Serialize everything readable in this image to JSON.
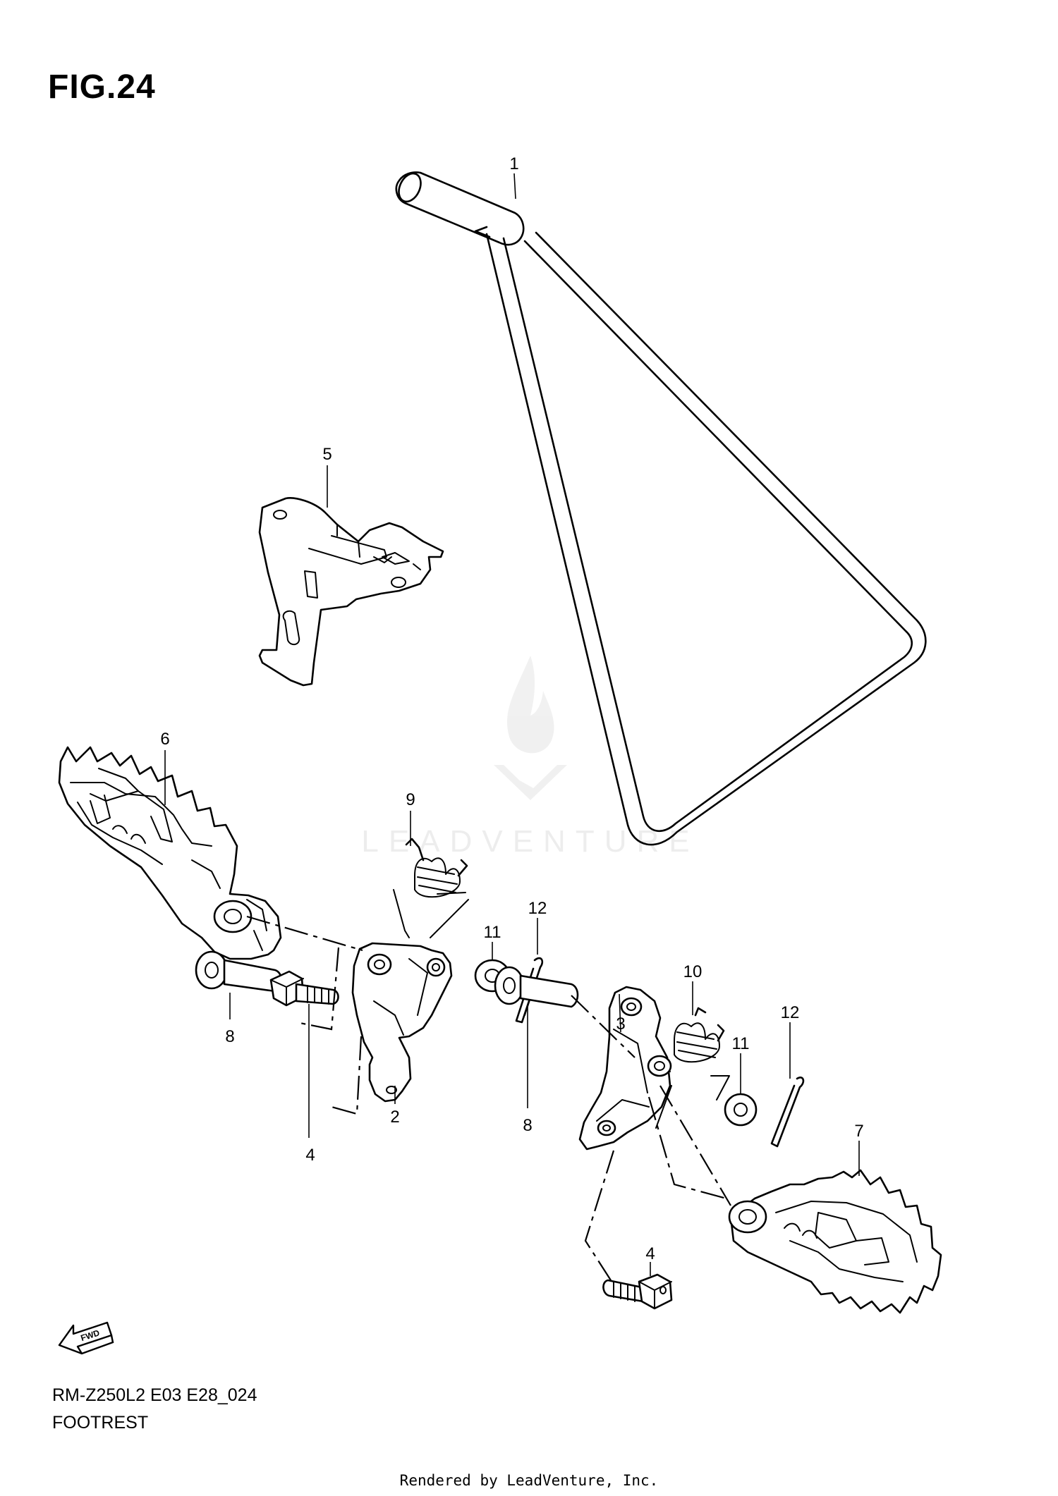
{
  "figure": {
    "title": "FIG.24"
  },
  "diagram_code": {
    "line1": "RM-Z250L2 E03 E28_024",
    "line2": "FOOTREST"
  },
  "footer": {
    "rendered_by": "Rendered by LeadVenture, Inc."
  },
  "watermark": {
    "text": "LEADVENTURE"
  },
  "fwd_label": "FWD",
  "callouts": [
    {
      "id": "c1",
      "label": "1"
    },
    {
      "id": "c2",
      "label": "2"
    },
    {
      "id": "c3",
      "label": "3"
    },
    {
      "id": "c4a",
      "label": "4"
    },
    {
      "id": "c4b",
      "label": "4"
    },
    {
      "id": "c5",
      "label": "5"
    },
    {
      "id": "c6",
      "label": "6"
    },
    {
      "id": "c7",
      "label": "7"
    },
    {
      "id": "c8a",
      "label": "8"
    },
    {
      "id": "c8b",
      "label": "8"
    },
    {
      "id": "c9",
      "label": "9"
    },
    {
      "id": "c10",
      "label": "10"
    },
    {
      "id": "c11a",
      "label": "11"
    },
    {
      "id": "c11b",
      "label": "11"
    },
    {
      "id": "c12a",
      "label": "12"
    },
    {
      "id": "c12b",
      "label": "12"
    }
  ]
}
